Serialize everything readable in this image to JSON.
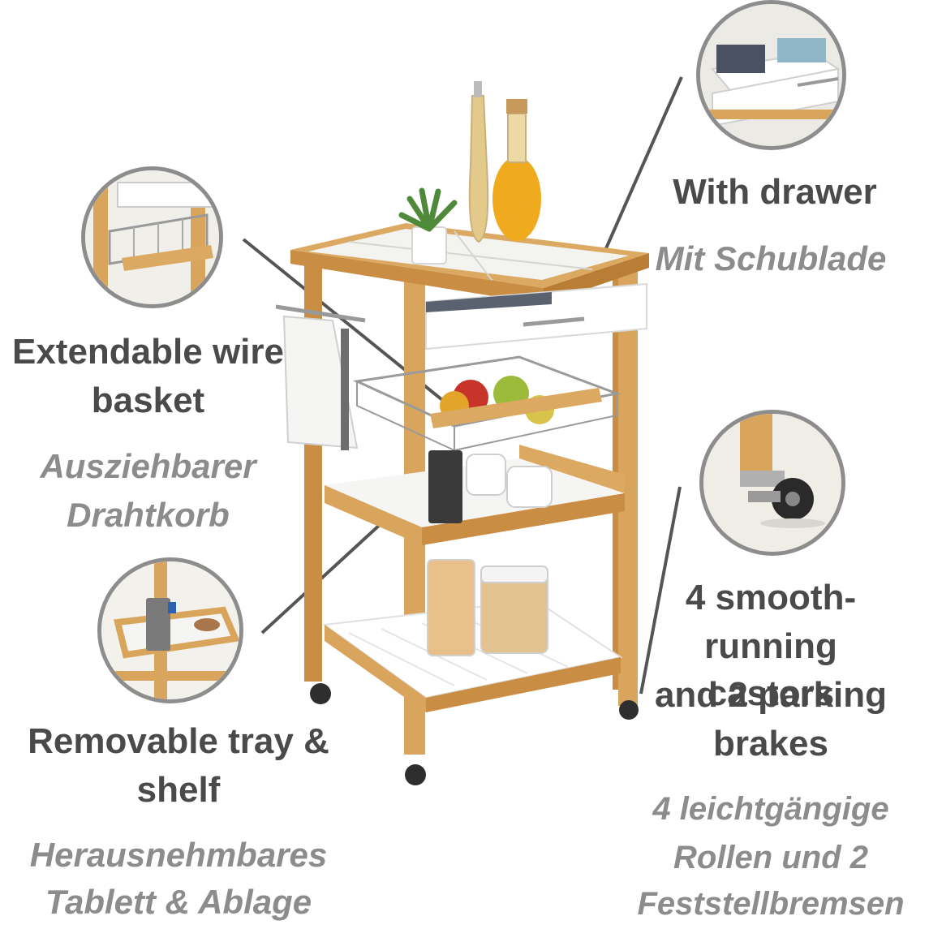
{
  "product": {
    "callouts": [
      {
        "en": "With drawer",
        "de": "Mit Schublade"
      },
      {
        "en_lines": [
          "Extendable wire",
          "basket"
        ],
        "de_lines": [
          "Ausziehbarer",
          "Drahtkorb"
        ]
      },
      {
        "en_lines": [
          "4 smooth-",
          "running castors",
          "and 2 parking",
          "brakes"
        ],
        "de_lines": [
          "4 leichtgängige",
          "Rollen und 2",
          "Feststellbremsen"
        ]
      },
      {
        "en_lines": [
          "Removable tray &",
          "shelf"
        ],
        "de_lines": [
          "Herausnehmbares",
          "Tablett & Ablage"
        ]
      }
    ],
    "colors": {
      "bamboo": "#d9a55d",
      "bamboo_dark": "#b97d35",
      "tile": "#f3f3f0",
      "caption_en": "#4a4a4a",
      "caption_de": "#8c8c8c",
      "circle_border": "#8d8d8d",
      "leader_line": "#555555"
    }
  }
}
